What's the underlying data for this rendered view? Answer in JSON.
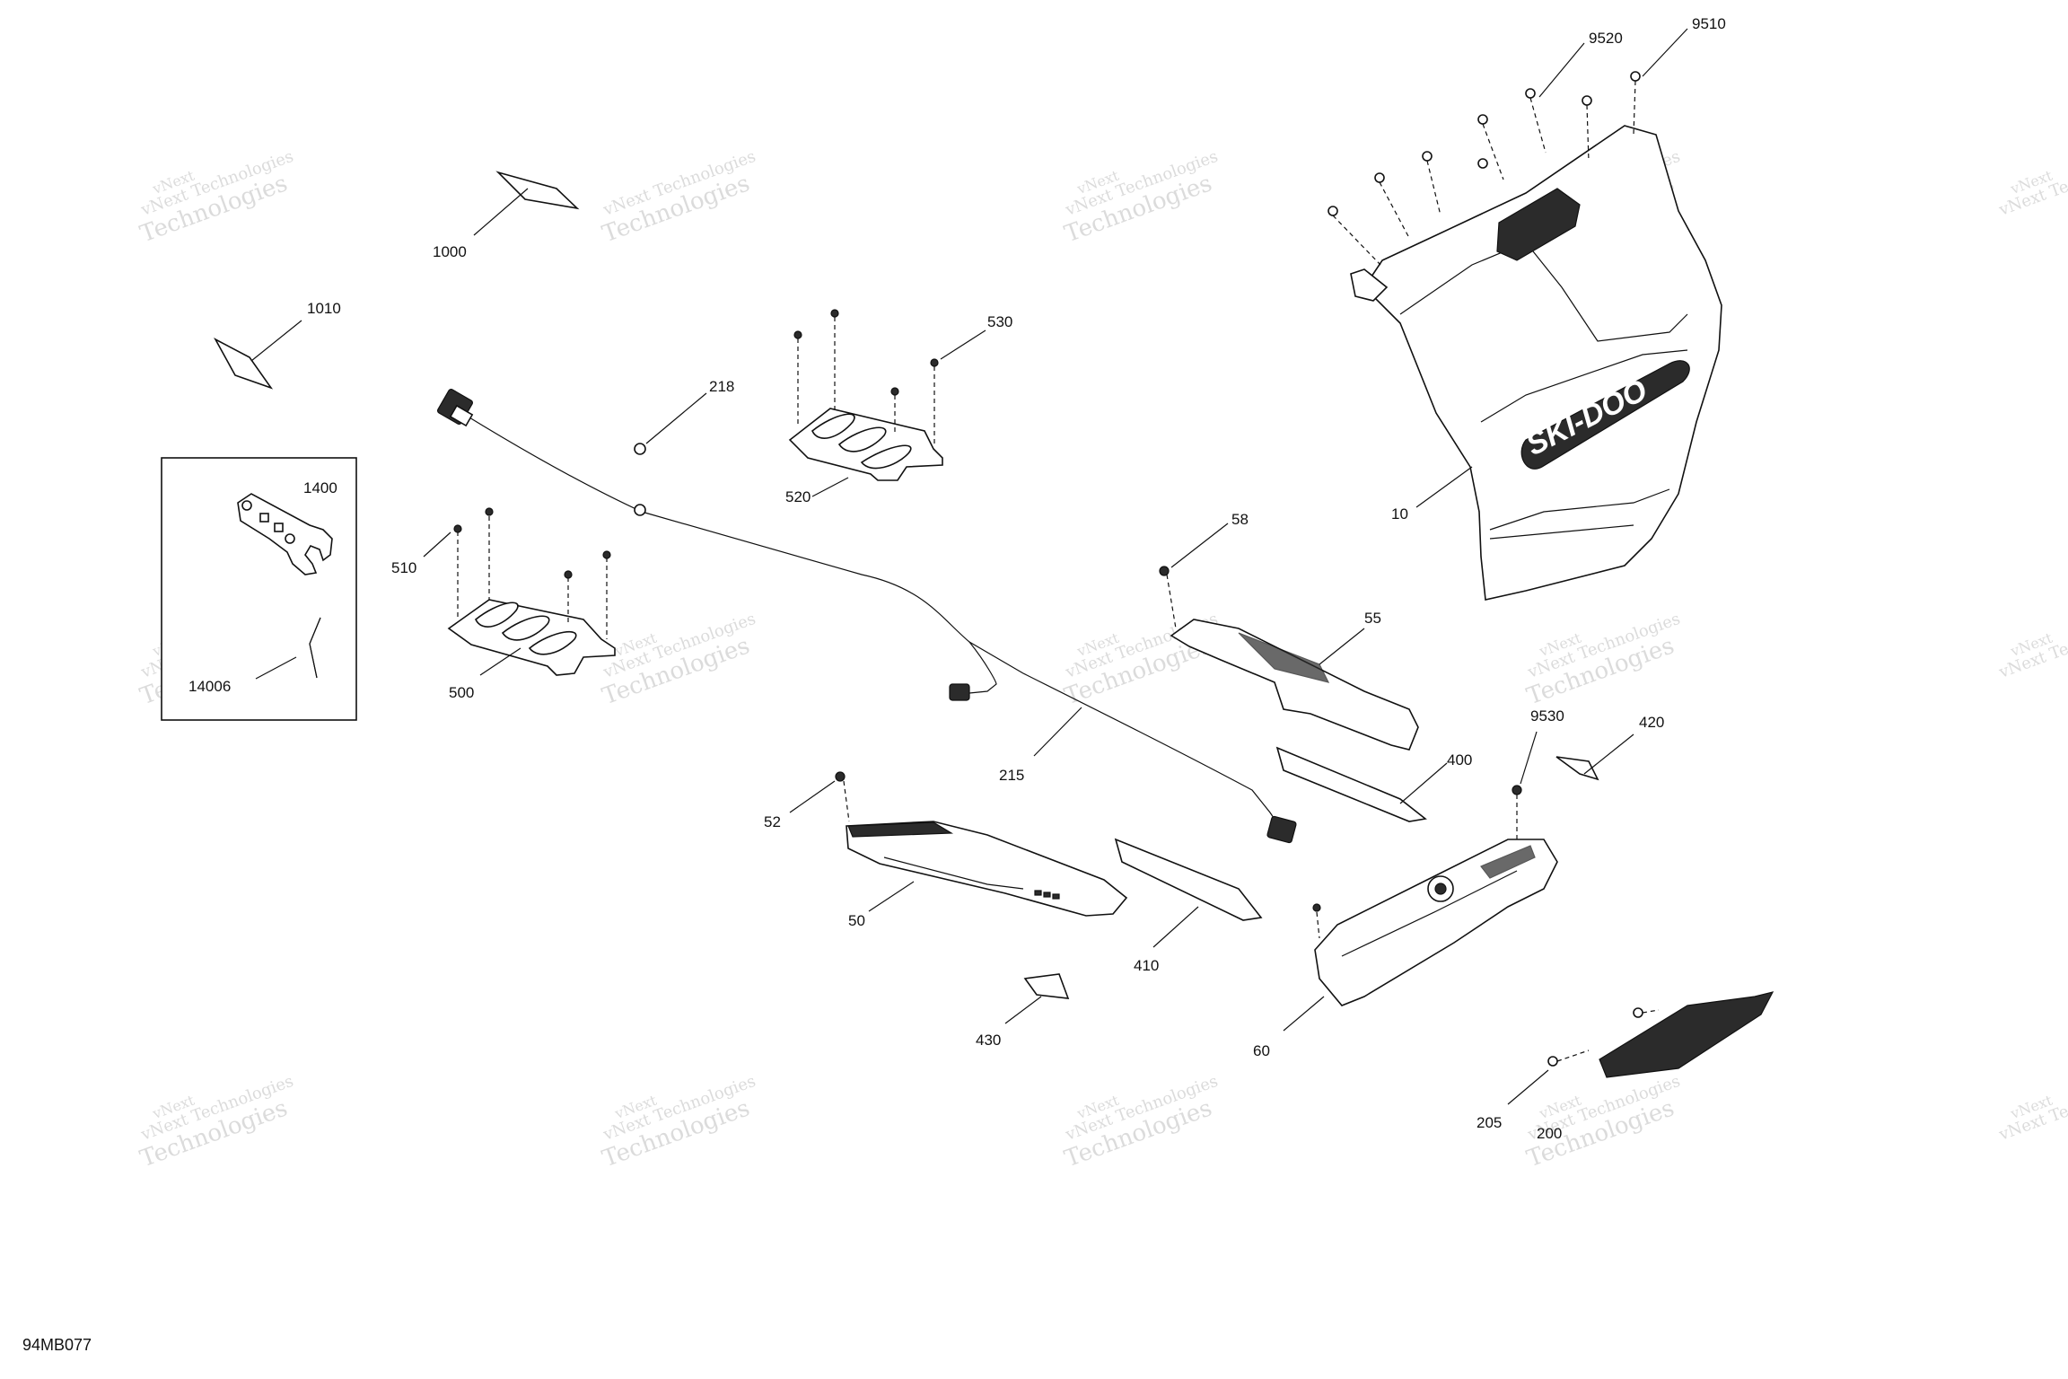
{
  "diagram_code": "94MB077",
  "watermark": {
    "line1": "vNext Technologies",
    "line2": "Technologies",
    "mark": "vNext"
  },
  "logo_text": "SKI-DOO",
  "callouts": {
    "p1000": "1000",
    "p1010": "1010",
    "p1400": "1400",
    "p14006": "14006",
    "p218": "218",
    "p530": "530",
    "p520": "520",
    "p510": "510",
    "p500": "500",
    "p215": "215",
    "p9520": "9520",
    "p9510": "9510",
    "p10": "10",
    "p58": "58",
    "p55": "55",
    "p9530": "9530",
    "p420": "420",
    "p400": "400",
    "p52": "52",
    "p50": "50",
    "p410": "410",
    "p430": "430",
    "p60": "60",
    "p205": "205",
    "p200": "200"
  }
}
